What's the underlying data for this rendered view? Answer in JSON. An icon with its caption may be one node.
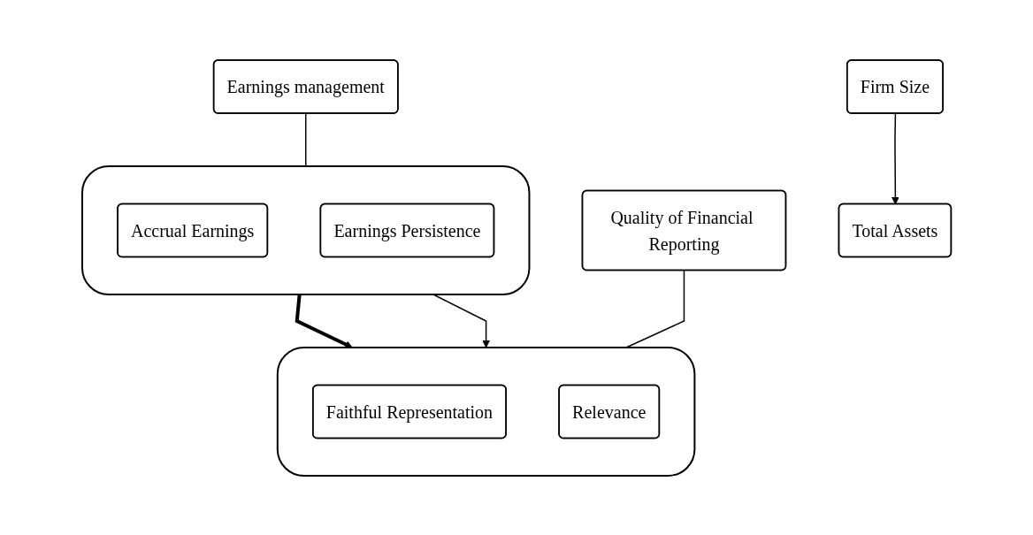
{
  "diagram": {
    "nodes": [
      {
        "text": [
          "Earnings management"
        ]
      },
      {
        "text": [
          "Firm Size"
        ]
      },
      {
        "text": [
          "Quality of Financial Reporting"
        ]
      },
      {
        "text": [],
        "shape": "box"
      },
      {
        "text": [
          "Accrual Earnings"
        ],
        "in": 3
      },
      {
        "text": [
          "Earnings Persistence"
        ],
        "in": 3
      },
      {
        "text": [
          "Total Assets"
        ]
      },
      {
        "text": [],
        "shape": "box"
      },
      {
        "text": [
          "Faithful Representation"
        ],
        "in": 7
      },
      {
        "text": [
          "Relevance"
        ],
        "in": 7
      }
    ],
    "edges": [
      {
        "from": 0,
        "to": 3,
        "arrow": "none"
      },
      {
        "from": 1,
        "to": 6,
        "arrow": "to"
      },
      {
        "from": 3,
        "to": 7,
        "arrow": "to",
        "style": "thick"
      },
      {
        "from": 2,
        "to": 7,
        "arrow": "none"
      },
      {
        "from": 3,
        "to": 7,
        "arrow": "to"
      }
    ]
  }
}
